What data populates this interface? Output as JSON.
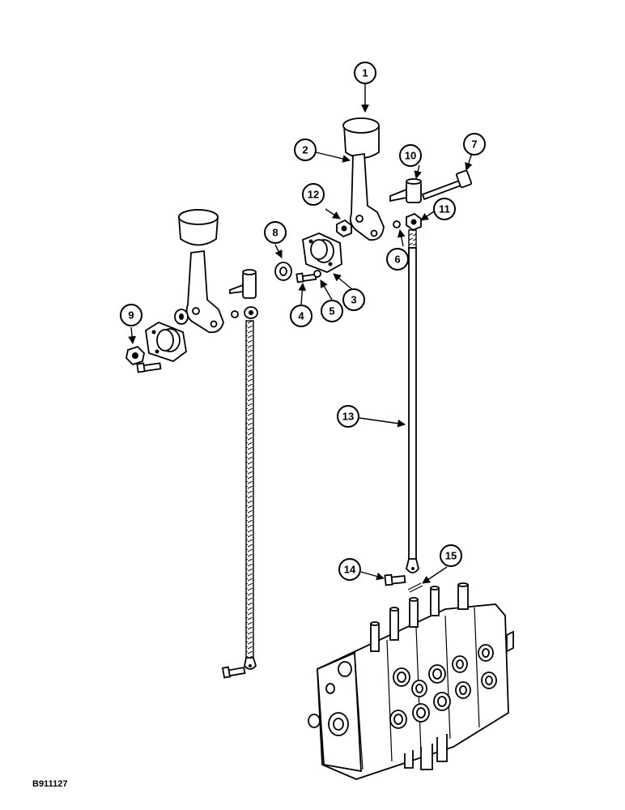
{
  "figure_id": "B911127",
  "callouts": [
    {
      "number": "1",
      "part": "knob"
    },
    {
      "number": "2",
      "part": "lever"
    },
    {
      "number": "3",
      "part": "mounting-bracket"
    },
    {
      "number": "4",
      "part": "bolt"
    },
    {
      "number": "5",
      "part": "lock-washer"
    },
    {
      "number": "6",
      "part": "lock-washer"
    },
    {
      "number": "7",
      "part": "bolt"
    },
    {
      "number": "8",
      "part": "washer"
    },
    {
      "number": "9",
      "part": "nut"
    },
    {
      "number": "10",
      "part": "ball-joint"
    },
    {
      "number": "11",
      "part": "nut"
    },
    {
      "number": "12",
      "part": "nut"
    },
    {
      "number": "13",
      "part": "control-rod"
    },
    {
      "number": "14",
      "part": "pin"
    },
    {
      "number": "15",
      "part": "cotter-pin"
    }
  ]
}
